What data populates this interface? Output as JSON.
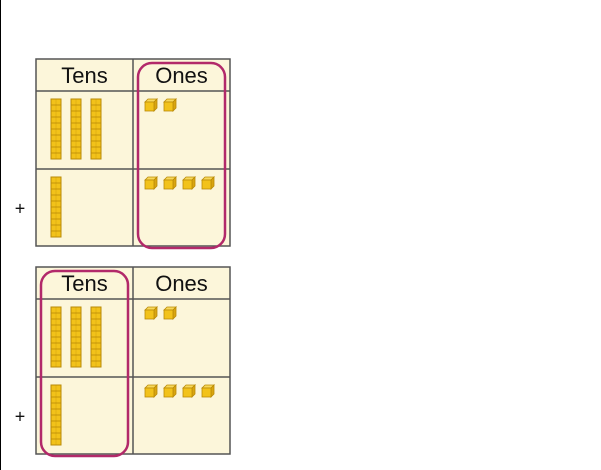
{
  "charts": [
    {
      "headers": [
        "Tens",
        "Ones"
      ],
      "highlight": "ones",
      "rows": [
        {
          "tens": 3,
          "ones": 2,
          "operator": ""
        },
        {
          "tens": 1,
          "ones": 4,
          "operator": "+"
        }
      ]
    },
    {
      "headers": [
        "Tens",
        "Ones"
      ],
      "highlight": "tens",
      "rows": [
        {
          "tens": 3,
          "ones": 2,
          "operator": ""
        },
        {
          "tens": 1,
          "ones": 4,
          "operator": "+"
        }
      ]
    }
  ],
  "colors": {
    "grid_bg": "#fcf6da",
    "grid_line": "#555555",
    "block": "#f2c21a",
    "block_edge": "#b98a07",
    "highlight": "#b2296a"
  },
  "icons": {
    "ten_rod": "tens-rod-icon",
    "one_cube": "unit-cube-icon"
  }
}
